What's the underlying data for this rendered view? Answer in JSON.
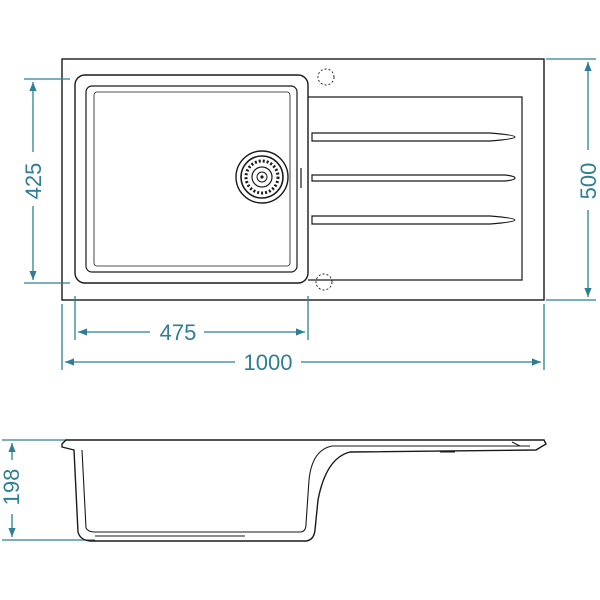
{
  "dimensions": {
    "total_length": "1000",
    "total_width": "500",
    "bowl_length": "475",
    "bowl_width": "425",
    "depth": "198"
  },
  "colors": {
    "dimension": "#2e7f96",
    "outline": "#1a1a1a",
    "background": "#ffffff"
  },
  "elements": {
    "drain": "drain-strainer-icon",
    "tap_holes": "tap-hole-marker-icon"
  }
}
